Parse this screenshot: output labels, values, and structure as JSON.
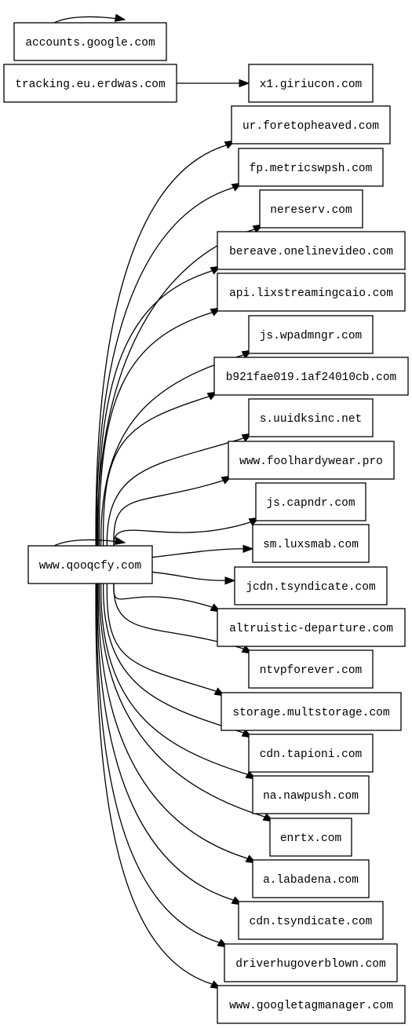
{
  "graph": {
    "nodes": [
      {
        "id": "accounts",
        "label": "accounts.google.com"
      },
      {
        "id": "tracking",
        "label": "tracking.eu.erdwas.com"
      },
      {
        "id": "x1",
        "label": "x1.giriucon.com"
      },
      {
        "id": "www_qooqcfy",
        "label": "www.qooqcfy.com"
      },
      {
        "id": "ur",
        "label": "ur.foretopheaved.com"
      },
      {
        "id": "fp",
        "label": "fp.metricswpsh.com"
      },
      {
        "id": "nereserv",
        "label": "nereserv.com"
      },
      {
        "id": "bereave",
        "label": "bereave.onelinevideo.com"
      },
      {
        "id": "api",
        "label": "api.lixstreamingcaio.com"
      },
      {
        "id": "js_wpadmngr",
        "label": "js.wpadmngr.com"
      },
      {
        "id": "b921",
        "label": "b921fae019.1af24010cb.com"
      },
      {
        "id": "s_uuidksinc",
        "label": "s.uuidksinc.net"
      },
      {
        "id": "foolhardy",
        "label": "www.foolhardywear.pro"
      },
      {
        "id": "js_capndr",
        "label": "js.capndr.com"
      },
      {
        "id": "sm_luxsmab",
        "label": "sm.luxsmab.com"
      },
      {
        "id": "jcdn",
        "label": "jcdn.tsyndicate.com"
      },
      {
        "id": "altruistic",
        "label": "altruistic-departure.com"
      },
      {
        "id": "ntvpforever",
        "label": "ntvpforever.com"
      },
      {
        "id": "storage",
        "label": "storage.multstorage.com"
      },
      {
        "id": "cdn_tapioni",
        "label": "cdn.tapioni.com"
      },
      {
        "id": "na_nawpush",
        "label": "na.nawpush.com"
      },
      {
        "id": "enrtx",
        "label": "enrtx.com"
      },
      {
        "id": "labadena",
        "label": "a.labadena.com"
      },
      {
        "id": "cdn_tsyndicate",
        "label": "cdn.tsyndicate.com"
      },
      {
        "id": "driverhugo",
        "label": "driverhugoverblown.com"
      },
      {
        "id": "gtm",
        "label": "www.googletagmanager.com"
      }
    ],
    "edges": [
      {
        "from": "accounts",
        "to": "accounts"
      },
      {
        "from": "tracking",
        "to": "x1"
      },
      {
        "from": "www_qooqcfy",
        "to": "www_qooqcfy"
      },
      {
        "from": "www_qooqcfy",
        "to": "ur"
      },
      {
        "from": "www_qooqcfy",
        "to": "fp"
      },
      {
        "from": "www_qooqcfy",
        "to": "nereserv"
      },
      {
        "from": "www_qooqcfy",
        "to": "bereave"
      },
      {
        "from": "www_qooqcfy",
        "to": "api"
      },
      {
        "from": "www_qooqcfy",
        "to": "js_wpadmngr"
      },
      {
        "from": "www_qooqcfy",
        "to": "b921"
      },
      {
        "from": "www_qooqcfy",
        "to": "s_uuidksinc"
      },
      {
        "from": "www_qooqcfy",
        "to": "foolhardy"
      },
      {
        "from": "www_qooqcfy",
        "to": "js_capndr"
      },
      {
        "from": "www_qooqcfy",
        "to": "sm_luxsmab"
      },
      {
        "from": "www_qooqcfy",
        "to": "jcdn"
      },
      {
        "from": "www_qooqcfy",
        "to": "altruistic"
      },
      {
        "from": "www_qooqcfy",
        "to": "ntvpforever"
      },
      {
        "from": "www_qooqcfy",
        "to": "storage"
      },
      {
        "from": "www_qooqcfy",
        "to": "cdn_tapioni"
      },
      {
        "from": "www_qooqcfy",
        "to": "na_nawpush"
      },
      {
        "from": "www_qooqcfy",
        "to": "enrtx"
      },
      {
        "from": "www_qooqcfy",
        "to": "labadena"
      },
      {
        "from": "www_qooqcfy",
        "to": "cdn_tsyndicate"
      },
      {
        "from": "www_qooqcfy",
        "to": "driverhugo"
      },
      {
        "from": "www_qooqcfy",
        "to": "gtm"
      }
    ]
  }
}
